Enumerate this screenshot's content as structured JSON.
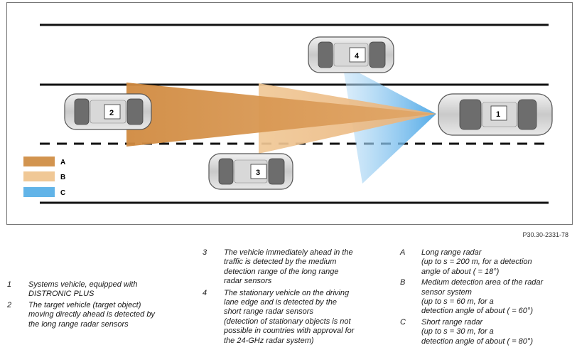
{
  "legend": [
    {
      "key": "A",
      "color": "#d2944f"
    },
    {
      "key": "B",
      "color": "#f0c896"
    },
    {
      "key": "C",
      "color": "#62b4e8"
    }
  ],
  "vehicles": [
    {
      "number": "1"
    },
    {
      "number": "2"
    },
    {
      "number": "3"
    },
    {
      "number": "4"
    }
  ],
  "reference_code": "P30.30-2331-78",
  "captions": [
    {
      "key": "1",
      "text": "Systems vehicle, equipped with\nDISTRONIC PLUS"
    },
    {
      "key": "2",
      "text": "The target vehicle (target object)\nmoving directly ahead is detected by\nthe long range radar sensors"
    },
    {
      "key": "3",
      "text": "The vehicle immediately ahead in the\ntraffic is detected by the medium\ndetection range of the long range\nradar sensors"
    },
    {
      "key": "4",
      "text": "The stationary vehicle on the driving\nlane edge and is detected by the\nshort range radar sensors\n(detection of stationary objects is not\npossible in countries with approval for\nthe 24-GHz radar system)"
    },
    {
      "key": "A",
      "text": "Long range radar\n(up to s = 200 m, for a detection\nangle of about   ( = 18°)"
    },
    {
      "key": "B",
      "text": "Medium detection area of the radar\nsensor system\n(up to s = 60 m, for a\ndetection angle of about    ( = 60°)"
    },
    {
      "key": "C",
      "text": "Short range radar\n(up to s = 30 m, for a\ndetection angle of about    ( = 80°)"
    }
  ]
}
